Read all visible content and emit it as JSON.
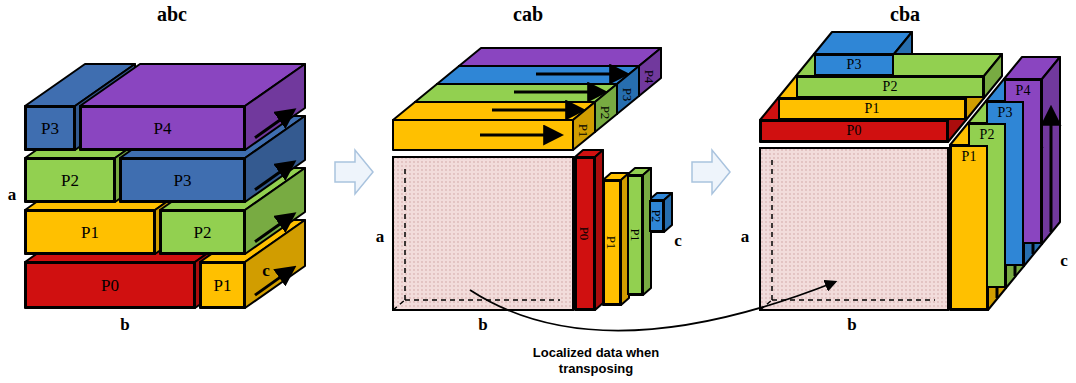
{
  "diagram": {
    "nodes": [
      {
        "text": [
          "P3"
        ]
      },
      {
        "text": [
          "P4"
        ]
      },
      {
        "text": [
          "P2"
        ]
      },
      {
        "text": [
          "P3"
        ]
      },
      {
        "text": [
          "P1"
        ]
      },
      {
        "text": [
          "P2"
        ]
      },
      {
        "text": [
          "P0"
        ]
      },
      {
        "text": [
          "P1"
        ]
      },
      {
        "text": [
          "P4"
        ]
      },
      {
        "text": [
          "P3"
        ]
      },
      {
        "text": [
          "P2"
        ]
      },
      {
        "text": [
          "P1"
        ]
      },
      {
        "text": [
          "P0"
        ]
      },
      {
        "text": [
          "P1"
        ]
      },
      {
        "text": [
          "P1"
        ]
      },
      {
        "text": [
          "P2"
        ]
      },
      {
        "text": [
          "P3"
        ]
      },
      {
        "text": [
          "P4"
        ]
      },
      {
        "text": [
          "P2"
        ]
      },
      {
        "text": [
          "P3"
        ]
      },
      {
        "text": [
          "P1"
        ]
      },
      {
        "text": [
          "P2"
        ]
      },
      {
        "text": [
          "P0"
        ]
      },
      {
        "text": [
          "P1"
        ]
      }
    ],
    "labels": [
      "abc",
      "cab",
      "cba",
      "a",
      "b",
      "c",
      "a",
      "b",
      "c",
      "a",
      "b",
      "c",
      "Localized data when transposing"
    ]
  }
}
